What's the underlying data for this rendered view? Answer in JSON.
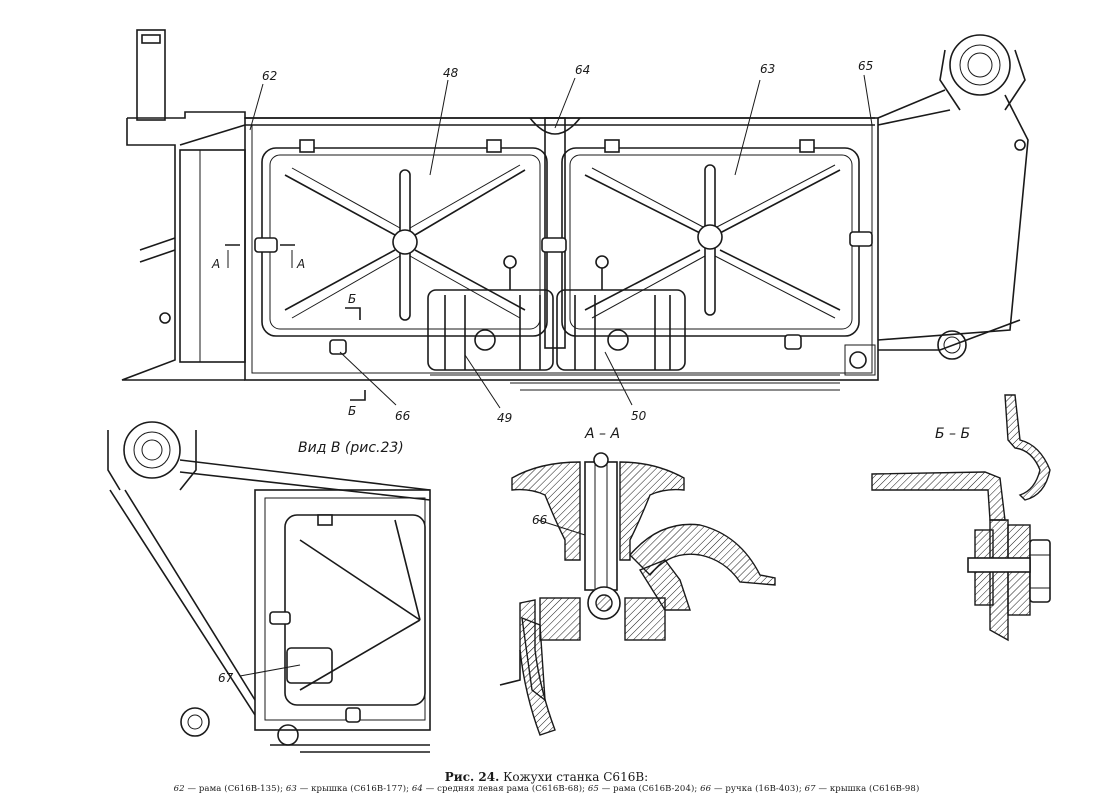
{
  "figure": {
    "caption_number": "Рис. 24.",
    "caption_title": "Кожухи станка С616В:",
    "legend": [
      {
        "num": "62",
        "text": "рама (С616В-135);"
      },
      {
        "num": "63",
        "text": "крышка (С616В-177);"
      },
      {
        "num": "64",
        "text": "средняя левая рама (С616В-68);"
      },
      {
        "num": "65",
        "text": "рама (С616В-204);"
      },
      {
        "num": "66",
        "text": "ручка (16В-403);"
      },
      {
        "num": "67",
        "text": "крышка (С616В-98)"
      }
    ]
  },
  "callouts": {
    "n62": "62",
    "n48": "48",
    "n64": "64",
    "n63": "63",
    "n65": "65",
    "n49": "49",
    "n50": "50",
    "n66": "66",
    "n66b": "66",
    "n67": "67",
    "a1": "A",
    "a2": "A",
    "b1": "Б",
    "b2": "Б"
  },
  "views": {
    "view_b": "Вид В (рис.23)",
    "section_aa": "А – А",
    "section_bb": "Б – Б"
  }
}
